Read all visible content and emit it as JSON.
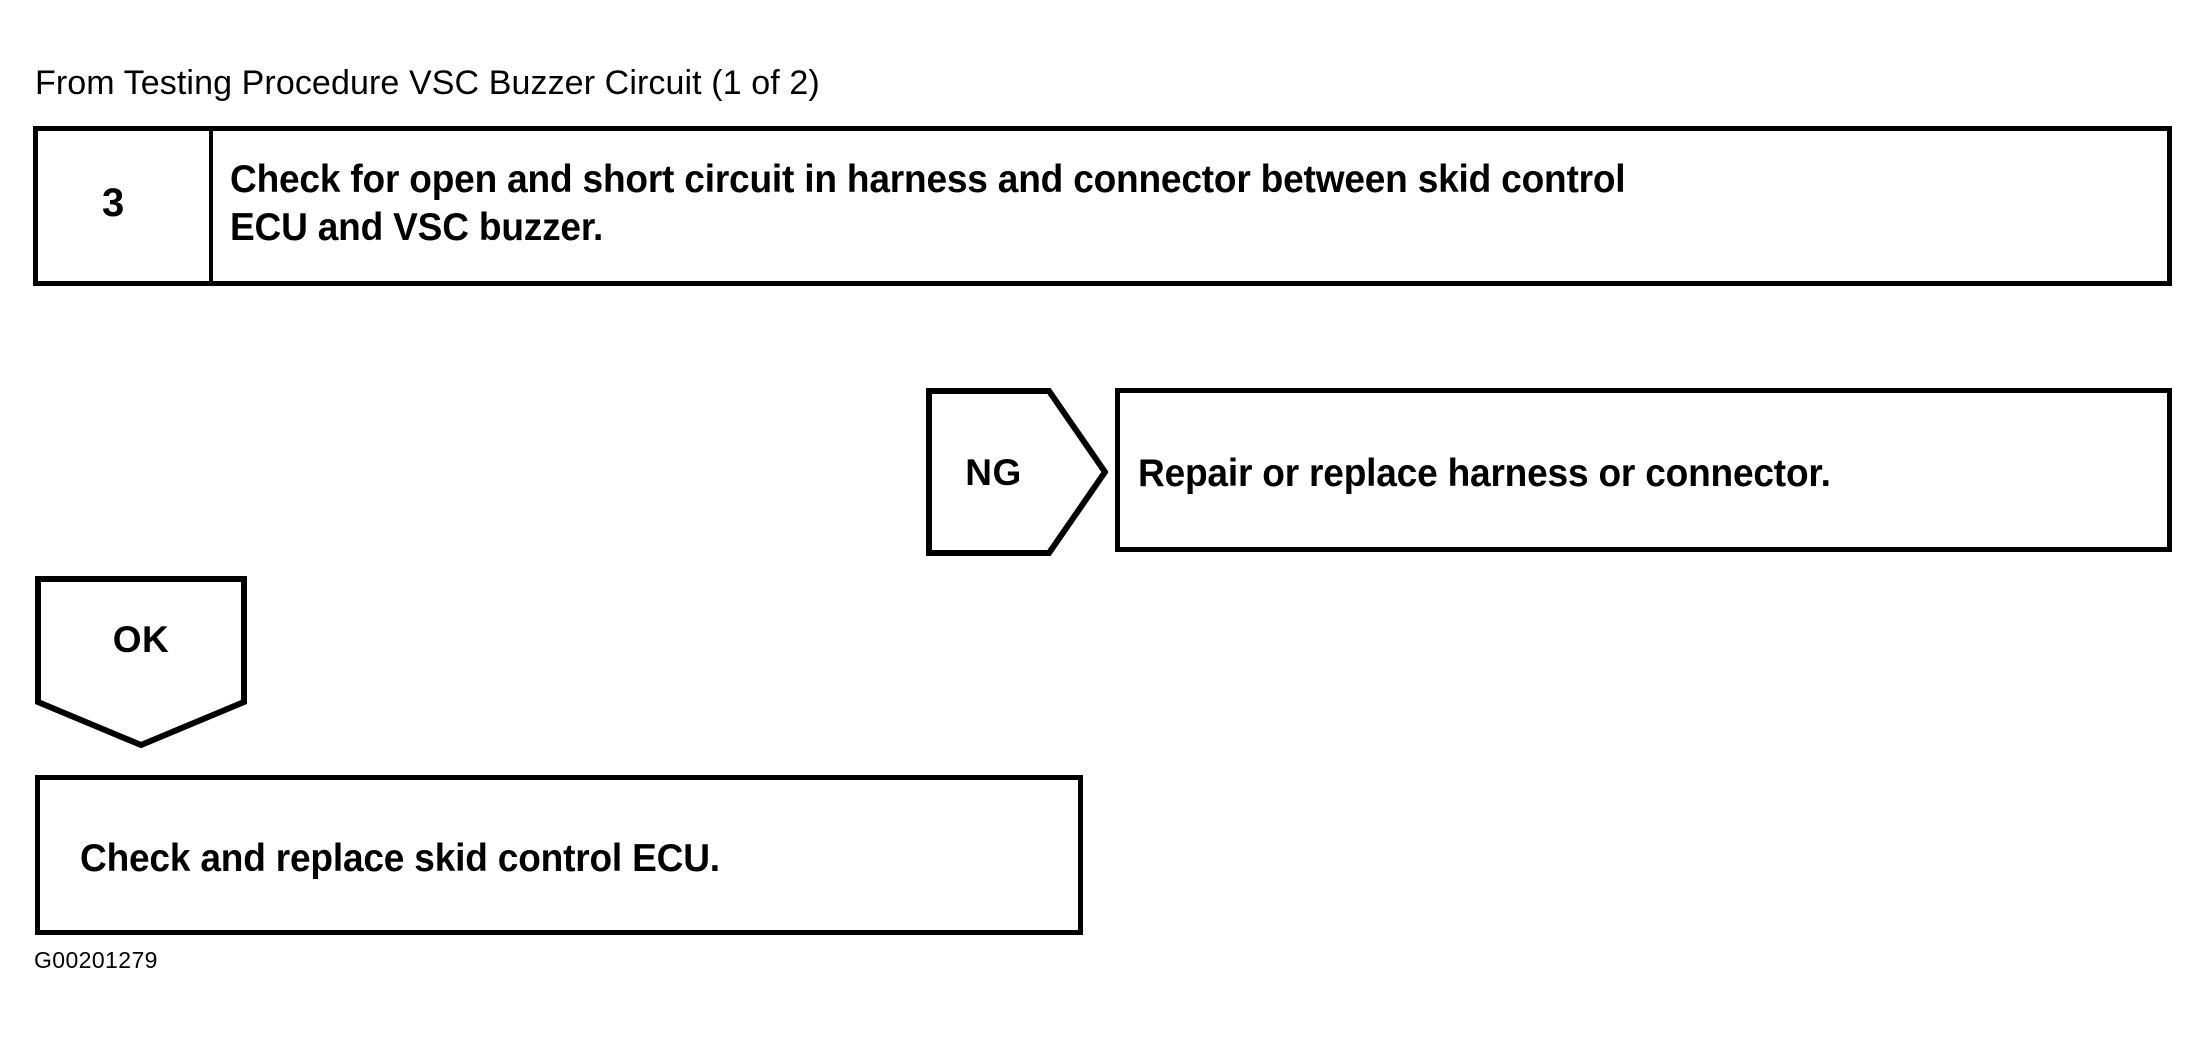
{
  "document": {
    "header_note": "From Testing Procedure VSC Buzzer Circuit (1 of 2)",
    "figure_id": "G00201279"
  },
  "flow": {
    "step": {
      "number": "3",
      "instruction_line1": "Check for open and short circuit in harness and connector between skid control",
      "instruction_line2": "ECU and VSC buzzer."
    },
    "branch_ng": {
      "label": "NG",
      "result_text": "Repair or replace harness or connector."
    },
    "branch_ok": {
      "label": "OK",
      "result_text": "Check and replace skid control ECU."
    }
  },
  "style": {
    "ink_color": "#000000",
    "paper_color": "#ffffff"
  }
}
